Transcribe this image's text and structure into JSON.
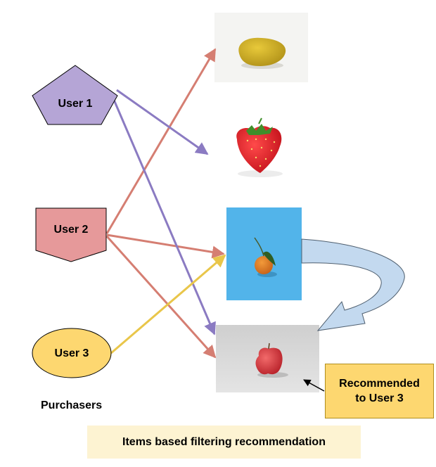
{
  "users": [
    {
      "label": "User 1",
      "shape": "pentagon",
      "color": "#b5a5d6"
    },
    {
      "label": "User 2",
      "shape": "pentagon-down",
      "color": "#e6999a"
    },
    {
      "label": "User 3",
      "shape": "ellipse",
      "color": "#fdd770"
    }
  ],
  "items": [
    {
      "name": "mango-image"
    },
    {
      "name": "strawberry-image"
    },
    {
      "name": "orange-image"
    },
    {
      "name": "apple-image"
    }
  ],
  "purchasers_label": "Purchasers",
  "recommendation_label": "Recommended\nto User 3",
  "caption": "Items based filtering recommendation",
  "colors": {
    "user1_arrow": "#8b7bc2",
    "user2_arrow": "#d57e72",
    "user3_arrow": "#e9c64a",
    "curved_arrow": "#c3d9ef"
  }
}
